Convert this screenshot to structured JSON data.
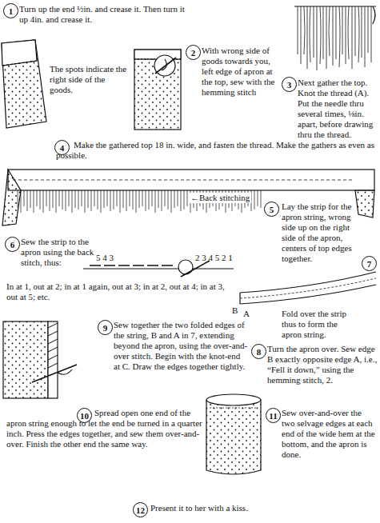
{
  "diagram": {
    "nodes": [
      {
        "text": [
          "1"
        ]
      },
      {
        "text": [
          "2"
        ]
      },
      {
        "text": [
          "3"
        ]
      },
      {
        "text": [
          "4"
        ]
      },
      {
        "text": [
          "5"
        ]
      },
      {
        "text": [
          "6"
        ]
      },
      {
        "text": [
          "7"
        ]
      },
      {
        "text": [
          "8"
        ]
      },
      {
        "text": [
          "9"
        ]
      },
      {
        "text": [
          "10"
        ]
      },
      {
        "text": [
          "11"
        ]
      },
      {
        "text": [
          "12"
        ]
      }
    ],
    "labels": [
      "Turn up the end ½in. and crease it. Then turn it up 4in. and crease it.",
      "The spots indicate the right side of the goods.",
      "With wrong side of goods towards you, left edge of apron at the top, sew with the hemming stitch",
      "Next gather the top. Knot the thread (A). Put the needle thru several times, ⅛in. apart, before drawing thru the thread.",
      "Make the gathered top 18 in. wide, and fasten the thread. Make the gathers as even as possible.",
      "←Back stitching",
      "Lay the strip for the apron string, wrong side up on the right side of the apron, centers of top edges together.",
      "Sew the strip to the apron using the back stitch, thus:",
      "5 4 3",
      "2 3 4 5 2 1",
      "In at 1, out at 2; in at 1 again, out at 3; in at 2, out at 4; in at 3, out at 5; etc.",
      "B",
      "A",
      "Fold over the strip thus to form the apron string.",
      "Turn the apron over. Sew edge B exactly opposite edge A, i.e., “Fell it down,” using the hemming stitch, 2.",
      "Sew together the two folded edges of the string, B and A in 7, extending beyond the apron, using the over-and-over stitch. Begin with the knot-end at C. Draw the edges together tightly.",
      "Spread open one end of the apron string enough to let the end be turned in a quarter inch. Press the edges together, and sew them over-and-over. Finish the other end the same way.",
      "Sew over-and-over the two selvage edges at each end of the wide hem at the bottom, and the apron is done.",
      "Present it to her with a kiss."
    ]
  }
}
